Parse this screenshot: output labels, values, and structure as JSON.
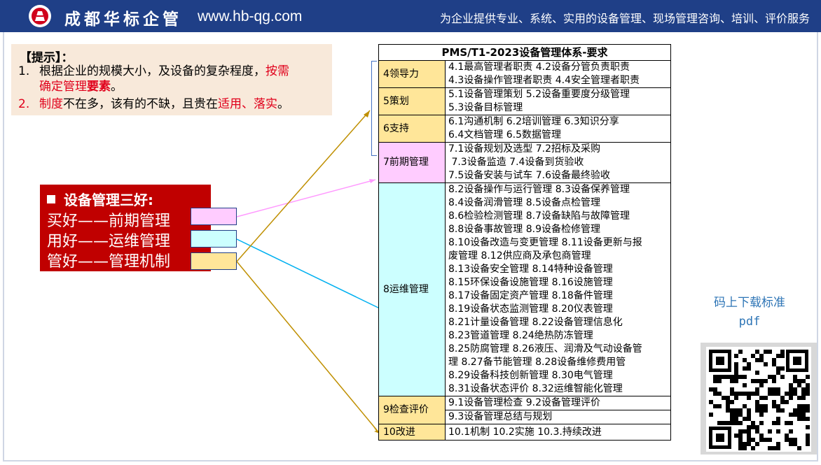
{
  "header": {
    "brand": "成都华标企管",
    "website": "www.hb-qg.com",
    "slogan": "为企业提供专业、系统、实用的设备管理、现场管理咨询、培训、评价服务",
    "logo_icon": "hb-logo-icon",
    "bar_color": "#1f3f87"
  },
  "tip": {
    "title": "【提示】：",
    "items": [
      {
        "num": "1.",
        "text_a": "根据企业的规模大小，及设备的复杂程度，",
        "text_b": "按需",
        "text_c": "确定管理",
        "text_d": "要素",
        "text_e": "。"
      },
      {
        "num": "2.",
        "text_a": "制度",
        "text_b": "不在多，该有的不缺，且贵在",
        "text_c": "适用、落实",
        "text_d": "。"
      }
    ]
  },
  "three_good": {
    "title": "设备管理三好:",
    "rows": [
      "买好——前期管理",
      "用好——运维管理",
      "管好——管理机制"
    ],
    "colors": [
      "#ffccff",
      "#ccffff",
      "#ffe699"
    ]
  },
  "table": {
    "title": "PMS/T1-2023设备管理体系-要求",
    "rows": [
      {
        "cat": "4领导力",
        "color": "#ffe699",
        "lines": [
          "4.1最高管理者职责  4.2设备分管负责职责",
          "4.3设备操作管理者职责 4.4安全管理者职责"
        ]
      },
      {
        "cat": "5策划",
        "color": "#ffe699",
        "lines": [
          "5.1设备管理策划 5.2设备重要度分级管理",
          "5.3设备目标管理"
        ]
      },
      {
        "cat": "6支持",
        "color": "#ffe699",
        "lines": [
          "6.1沟通机制 6.2培训管理 6.3知识分享",
          "6.4文档管理 6.5数据管理"
        ]
      },
      {
        "cat": "7前期管理",
        "color": "#ffccff",
        "lines": [
          "7.1设备规划及选型 7.2招标及采购",
          " 7.3设备监造 7.4设备到货验收",
          "7.5设备安装与试车 7.6设备最终验收"
        ]
      },
      {
        "cat": "8运维管理",
        "color": "#ccffff",
        "lines": [
          "8.2设备操作与运行管理 8.3设备保养管理",
          "8.4设备润滑管理 8.5设备点检管理",
          "8.6检验检测管理 8.7设备缺陷与故障管理",
          "8.8设备事故管理 8.9设备检修管理",
          "8.10设备改造与变更管理 8.11设备更新与报",
          "废管理 8.12供应商及承包商管理",
          "8.13设备安全管理 8.14特种设备管理",
          "8.15环保设备设施管理 8.16设施管理",
          "8.17设备固定资产管理 8.18备件管理",
          "8.19设备状态监测管理 8.20仪表管理",
          "8.21计量设备管理 8.22设备管理信息化",
          "8.23管道管理 8.24绝热防冻管理",
          "8.25防腐管理 8.26液压、润滑及气动设备管",
          "理 8.27备节能管理 8.28设备维修费用管",
          "8.29设备科技创新管理 8.30电气管理",
          "8.31设备状态评价 8.32运维智能化管理"
        ]
      },
      {
        "cat": "9检查评价",
        "color": "#ffe699",
        "lines_a": [
          "9.1设备管理检查 9.2设备管理评价"
        ],
        "lines_b": [
          "9.3设备管理总结与规划"
        ]
      },
      {
        "cat": "10改进",
        "color": "#ffe699",
        "lines": [
          "10.1机制 10.2实施 10.3.持续改进"
        ]
      }
    ]
  },
  "download": {
    "label_line1": "码上下载标准",
    "label_line2": "pdf",
    "qr_icon": "qr-code-icon"
  },
  "connector_colors": {
    "buy": "#ff99ff",
    "use": "#00b0f0",
    "manage": "#bf8f00"
  }
}
